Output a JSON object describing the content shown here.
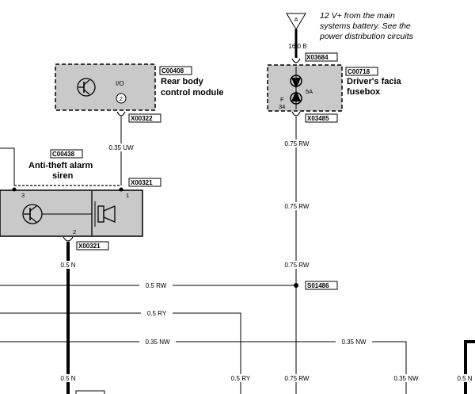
{
  "supply": {
    "symbol_letter": "A",
    "note_lines": [
      "12 V+ from the main",
      "systems battery. See the",
      "power distribution circuits"
    ],
    "wire_label": "16.0 B"
  },
  "components": {
    "rear_body": {
      "code": "C00408",
      "title_lines": [
        "Rear body",
        "control module"
      ],
      "io_label": "I/O",
      "pin": "2"
    },
    "fusebox": {
      "code": "C00718",
      "title_lines": [
        "Driver's facia",
        "fusebox"
      ],
      "fuse_label": "5A",
      "fuse_type": "F",
      "fuse_number": "34"
    },
    "siren": {
      "code": "C00438",
      "title_lines": [
        "Anti-theft alarm",
        "siren"
      ],
      "pin_left": "3",
      "pin_right": "1",
      "pin_bottom": "2"
    }
  },
  "connectors": {
    "x03684": "X03684",
    "x03485": "X03485",
    "x00322": "X00322",
    "x00321_top": "X00321",
    "x00321_bottom": "X00321"
  },
  "splice": "S01486",
  "wires": {
    "uw": "0.35 UW",
    "rw1": "0.75 RW",
    "rw2": "0.75 RW",
    "rw3": "0.75 RW",
    "rw4": "0.75 RW",
    "n1": "0.5 N",
    "n2": "0.5 N",
    "h_rw": "0.5 RW",
    "h_ry": "0.5 RY",
    "h_nw": "0.35 NW",
    "h_nw2": "0.35 NW",
    "b_ry": "0.5 RY",
    "b_nw": "0.35 NW",
    "b_n": "0.5 N"
  }
}
